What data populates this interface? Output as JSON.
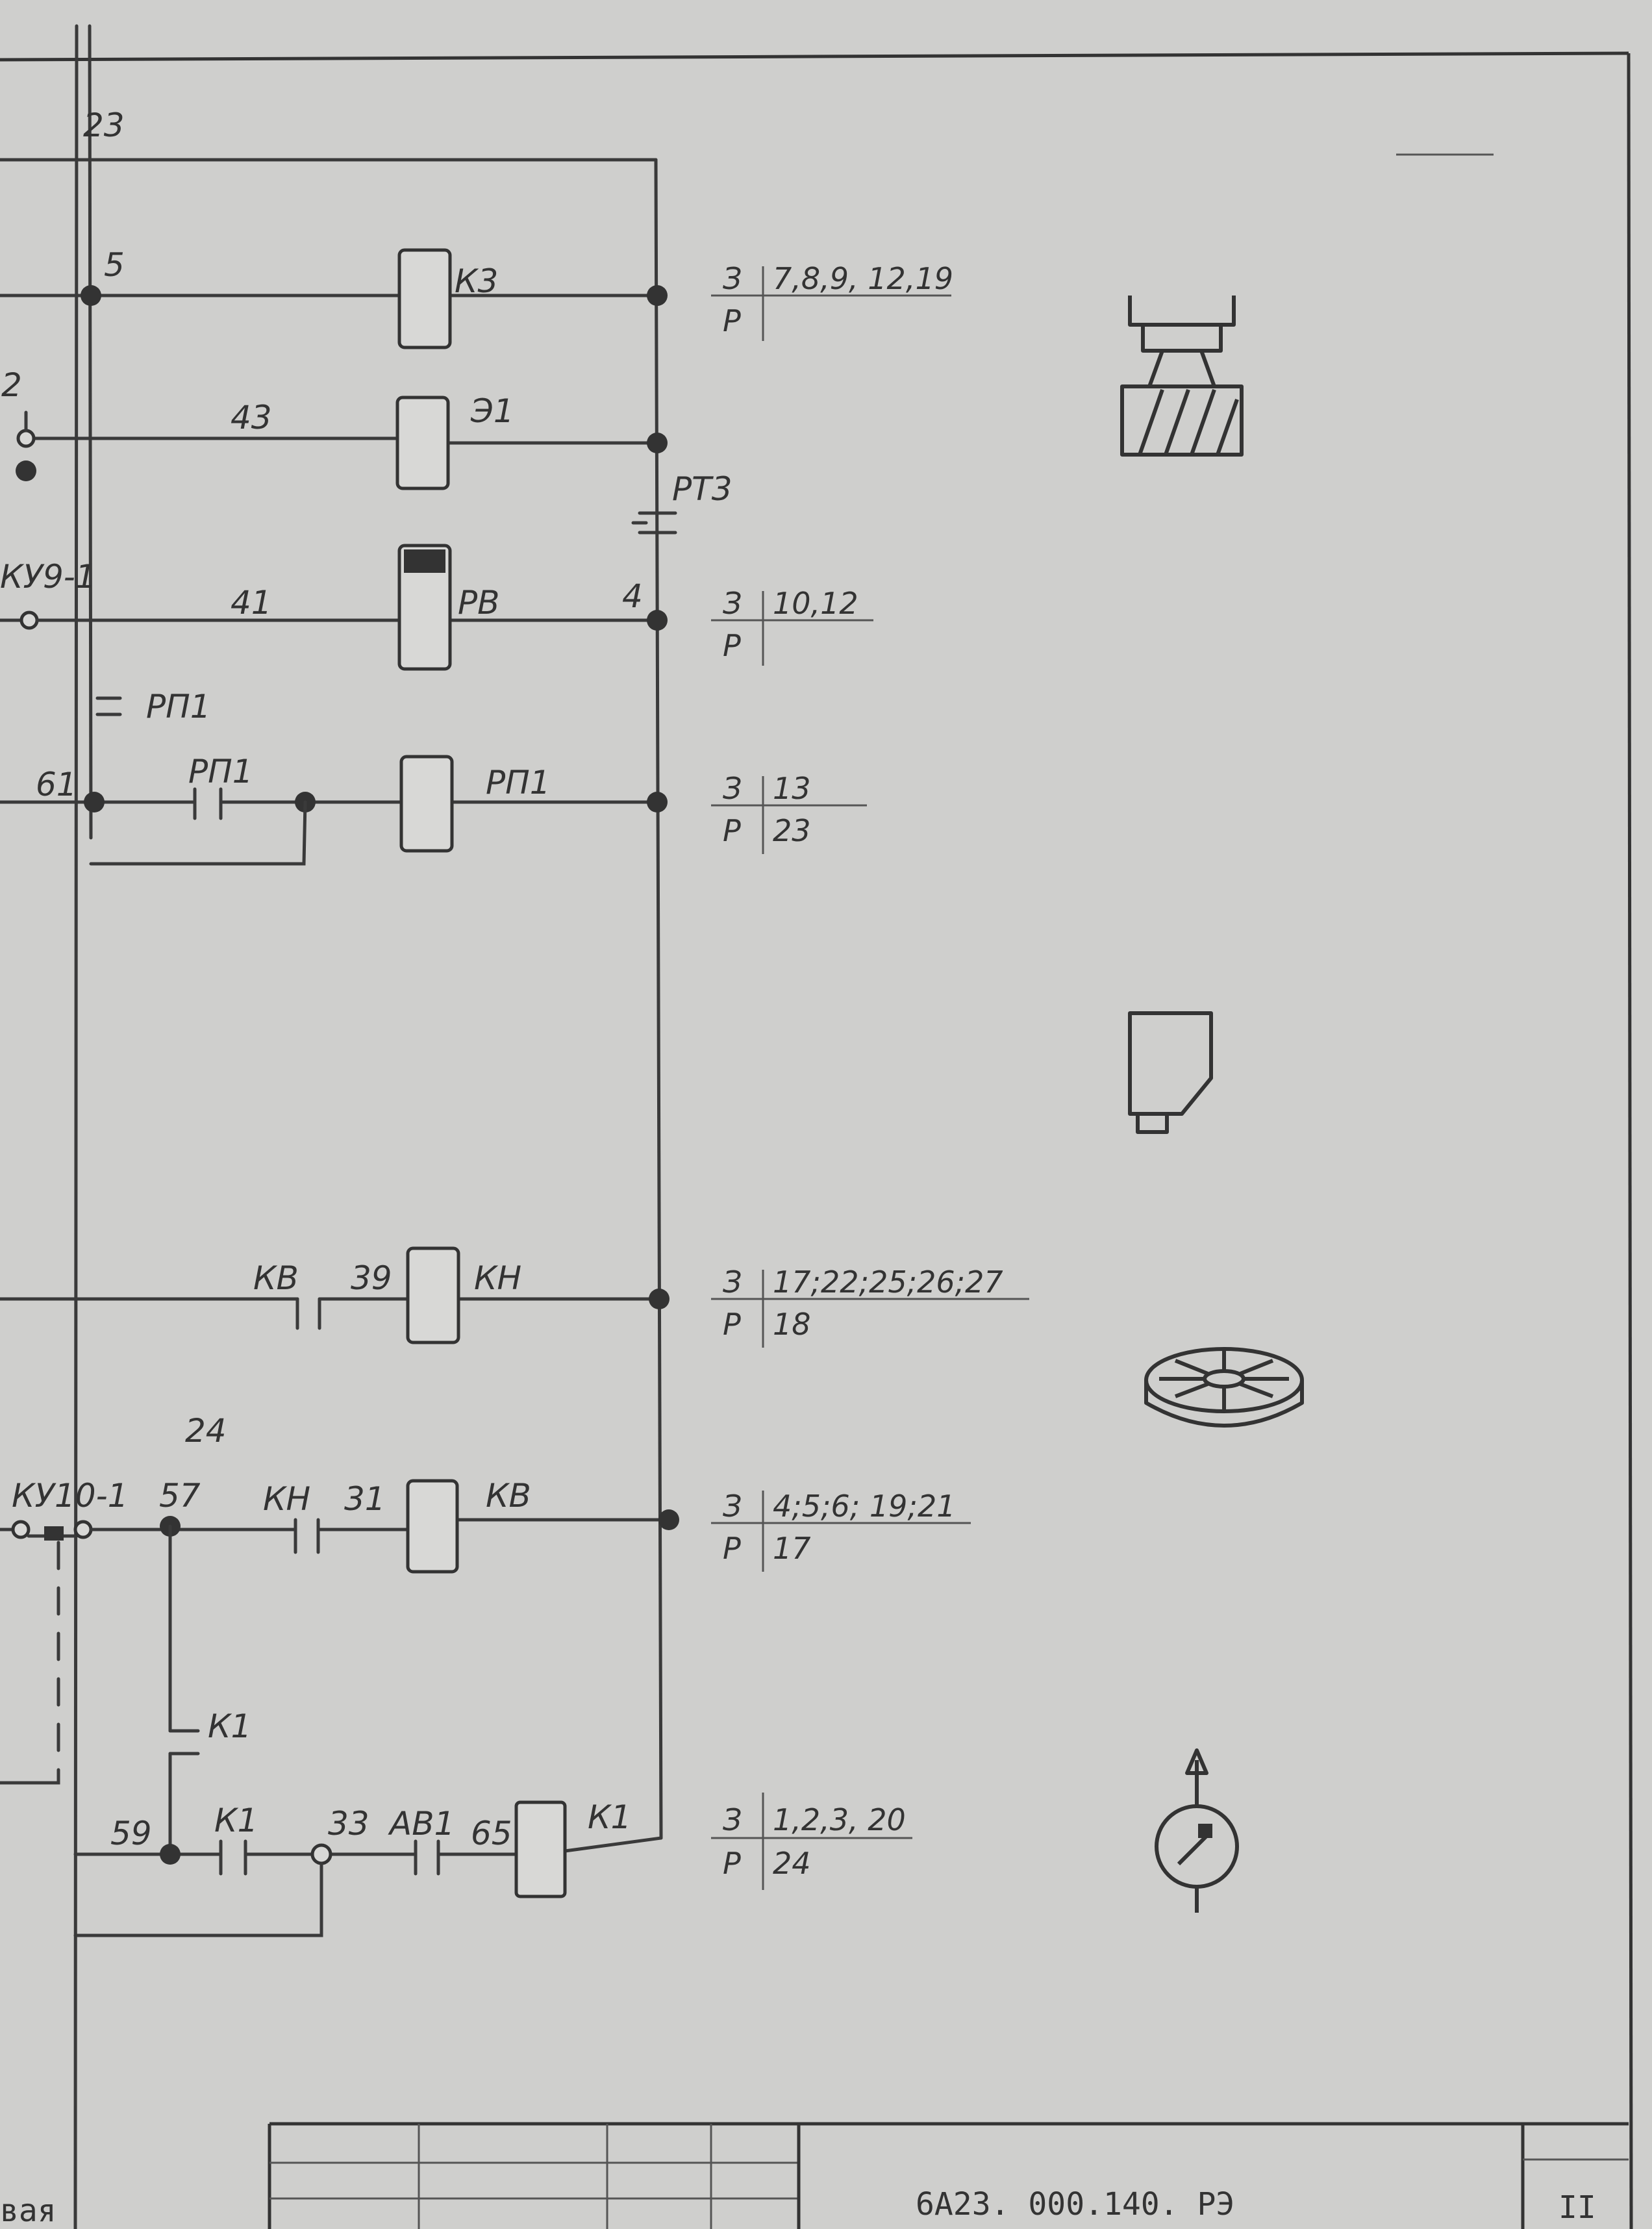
{
  "wire_labels": {
    "w23": "23",
    "w5": "5",
    "w43": "43",
    "w2": "2",
    "w41": "41",
    "w4": "4",
    "w61": "61",
    "w39": "39",
    "w24": "24",
    "w57": "57",
    "w31": "31",
    "w59": "59",
    "w33": "33",
    "w65": "65"
  },
  "components": {
    "k3": "К3",
    "e1": "Э1",
    "rt3": "РТ3",
    "ku9_1": "КУ9-1",
    "rv": "РВ",
    "rp1_contact_upper": "РП1",
    "rp1_contact": "РП1",
    "rp1_coil": "РП1",
    "kv_contact": "КВ",
    "kn_coil": "КН",
    "ku10_1": "КУ10-1",
    "kn_contact": "КН",
    "kv_coil": "КВ",
    "k1_contact_vert": "К1",
    "k1_contact": "К1",
    "av1": "АВ1",
    "k1_coil": "К1"
  },
  "contact_refs": [
    {
      "top_left": "З",
      "top_right": "7,8,9, 12,19",
      "bottom_left": "Р",
      "bottom_right": ""
    },
    {
      "top_left": "З",
      "top_right": "10,12",
      "bottom_left": "Р",
      "bottom_right": ""
    },
    {
      "top_left": "З",
      "top_right": "13",
      "bottom_left": "Р",
      "bottom_right": "23"
    },
    {
      "top_left": "З",
      "top_right": "17;22;25;26;27",
      "bottom_left": "Р",
      "bottom_right": "18"
    },
    {
      "top_left": "З",
      "top_right": "4;5;6; 19;21",
      "bottom_left": "Р",
      "bottom_right": "17"
    },
    {
      "top_left": "З",
      "top_right": "1,2,3, 20",
      "bottom_left": "Р",
      "bottom_right": "24"
    }
  ],
  "icons": [
    "clamp-icon",
    "tool-holder-icon",
    "rotary-table-icon",
    "pump-gauge-icon"
  ],
  "title_block": {
    "document_code": "6А23. 000.140. РЭ",
    "sheet_number": "II",
    "corner_fragment": "вая"
  }
}
